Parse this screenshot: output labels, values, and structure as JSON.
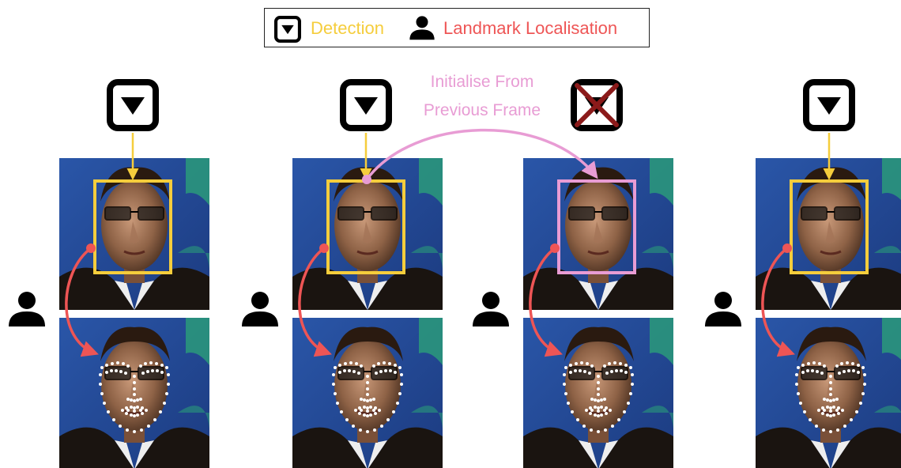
{
  "legend": {
    "detection_label": "Detection",
    "landmark_label": "Landmark Localisation",
    "detection_icon": "detection-triangle-box-icon",
    "landmark_icon": "person-silhouette-icon"
  },
  "annotation": {
    "line1": "Initialise From",
    "line2": "Previous Frame"
  },
  "frames": [
    {
      "frame": 1,
      "detection": "run",
      "box_source": "detection"
    },
    {
      "frame": 2,
      "detection": "run",
      "box_source": "detection"
    },
    {
      "frame": 3,
      "detection": "skipped",
      "box_source": "previous-frame"
    },
    {
      "frame": 4,
      "detection": "run",
      "box_source": "detection"
    }
  ],
  "colors": {
    "detection": "#f5cd3c",
    "landmark": "#ee5555",
    "initialise": "#e89cd4",
    "skip_cross": "#8b1a1a",
    "icon": "#000000",
    "landmark_points": "#ffffff"
  }
}
